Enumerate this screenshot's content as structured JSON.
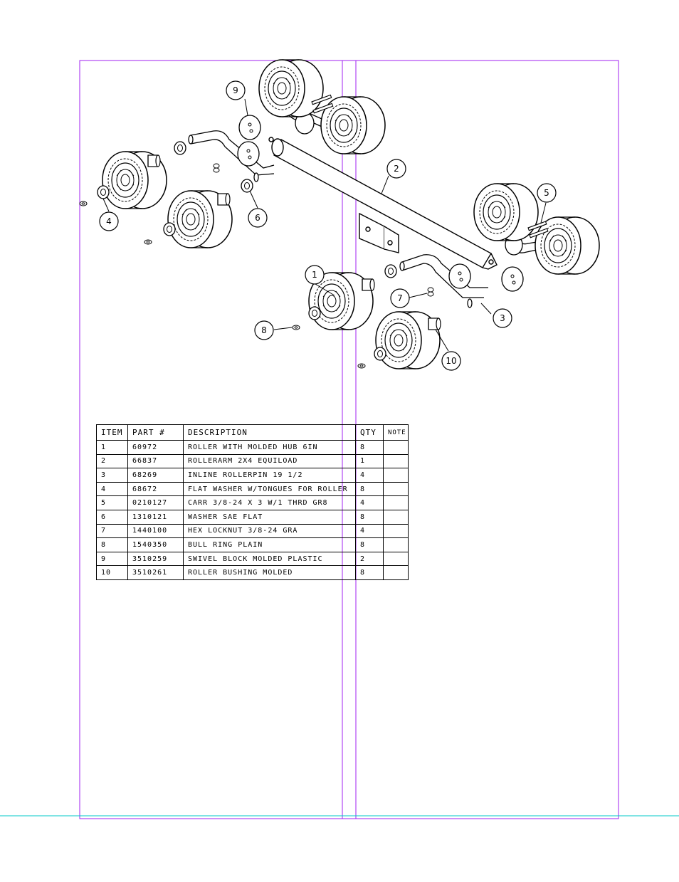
{
  "drawing": {
    "balloons": [
      {
        "label": "1"
      },
      {
        "label": "2"
      },
      {
        "label": "3"
      },
      {
        "label": "4"
      },
      {
        "label": "5"
      },
      {
        "label": "6"
      },
      {
        "label": "7"
      },
      {
        "label": "8"
      },
      {
        "label": "9"
      },
      {
        "label": "10"
      }
    ]
  },
  "bom": {
    "headers": {
      "item": "ITEM",
      "part": "PART #",
      "description": "DESCRIPTION",
      "qty": "QTY",
      "note": "NOTE"
    },
    "rows": [
      {
        "item": "1",
        "part": "60972",
        "description": "ROLLER WITH MOLDED HUB 6IN",
        "qty": "8",
        "note": ""
      },
      {
        "item": "2",
        "part": "66837",
        "description": "ROLLERARM 2X4 EQUILOAD",
        "qty": "1",
        "note": ""
      },
      {
        "item": "3",
        "part": "68269",
        "description": "INLINE ROLLERPIN 19 1/2",
        "qty": "4",
        "note": ""
      },
      {
        "item": "4",
        "part": "68672",
        "description": "FLAT WASHER W/TONGUES FOR ROLLER",
        "qty": "8",
        "note": ""
      },
      {
        "item": "5",
        "part": "0210127",
        "description": "CARR 3/8-24 X 3 W/1 THRD GR8",
        "qty": "4",
        "note": ""
      },
      {
        "item": "6",
        "part": "1310121",
        "description": "WASHER SAE FLAT",
        "qty": "8",
        "note": ""
      },
      {
        "item": "7",
        "part": "1440100",
        "description": "HEX LOCKNUT 3/8-24 GRA",
        "qty": "4",
        "note": ""
      },
      {
        "item": "8",
        "part": "1540350",
        "description": "BULL RING PLAIN",
        "qty": "8",
        "note": ""
      },
      {
        "item": "9",
        "part": "3510259",
        "description": "SWIVEL BLOCK MOLDED PLASTIC",
        "qty": "2",
        "note": ""
      },
      {
        "item": "10",
        "part": "3510261",
        "description": "ROLLER BUSHING MOLDED",
        "qty": "8",
        "note": ""
      }
    ]
  },
  "colors": {
    "frame": "#a020f0",
    "baseline": "#00c8c8",
    "ink": "#000000"
  }
}
